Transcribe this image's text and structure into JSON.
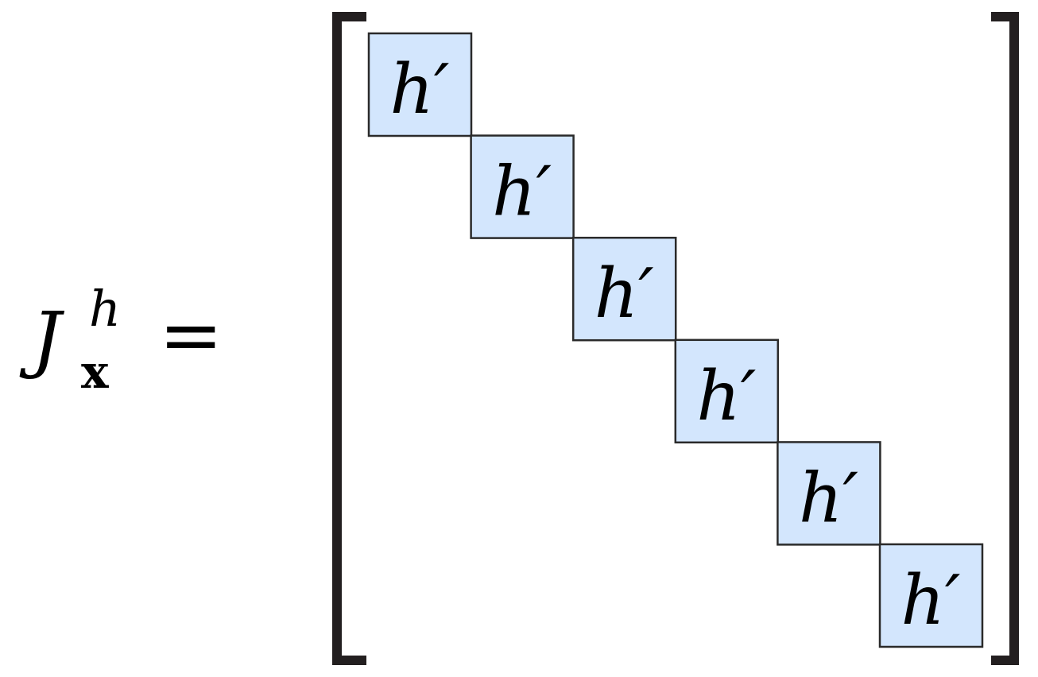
{
  "lhs": {
    "symbol": "J",
    "superscript": "h",
    "subscript": "x",
    "equals": "="
  },
  "matrix": {
    "diagonal_entries": [
      "h′",
      "h′",
      "h′",
      "h′",
      "h′",
      "h′"
    ],
    "block_fill": "#d3e6fd",
    "block_stroke": "#2a2a2a",
    "bracket_color": "#231f20"
  }
}
